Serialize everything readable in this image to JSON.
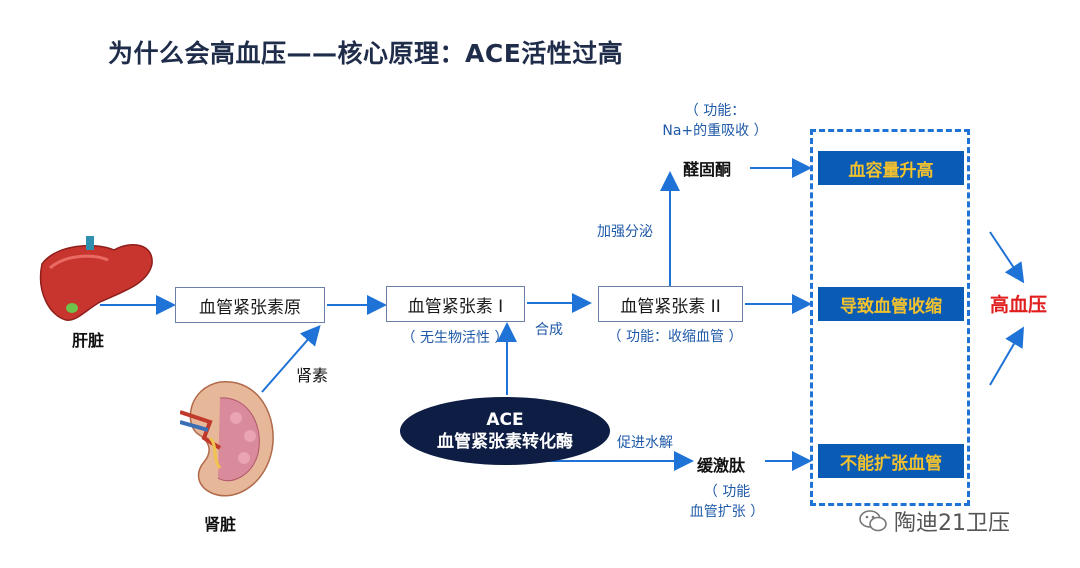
{
  "title": "为什么会高血压——核心原理：ACE活性过高",
  "organs": {
    "liver_label": "肝脏",
    "kidney_label": "肾脏"
  },
  "nodes": {
    "angiotensinogen": "血管紧张素原",
    "angiotensin1": "血管紧张素 I",
    "angiotensin1_note": "（ 无生物活性 ）",
    "angiotensin2": "血管紧张素 II",
    "angiotensin2_note": "（ 功能：收缩血管 ）",
    "aldosterone": "醛固酮",
    "aldosterone_note_1": "（ 功能：",
    "aldosterone_note_2": "Na+的重吸收 ）",
    "bradykinin": "缓激肽",
    "bradykinin_note_1": "（ 功能",
    "bradykinin_note_2": "血管扩张 ）",
    "ace_line1": "ACE",
    "ace_line2": "血管紧张素转化酶"
  },
  "edge_labels": {
    "renin": "肾素",
    "synthesis": "合成",
    "secretion": "加强分泌",
    "hydrolysis": "促进水解"
  },
  "results": {
    "volume": "血容量升高",
    "constriction": "导致血管收缩",
    "no_dilation": "不能扩张血管"
  },
  "outcome": "高血压",
  "watermark": "陶迪21卫压",
  "colors": {
    "arrow": "#1f73d6",
    "result_box": "#0a5bb5",
    "result_text": "#f2c12e",
    "outcome": "#e01e1e",
    "ace_ellipse": "#0e1d43"
  }
}
